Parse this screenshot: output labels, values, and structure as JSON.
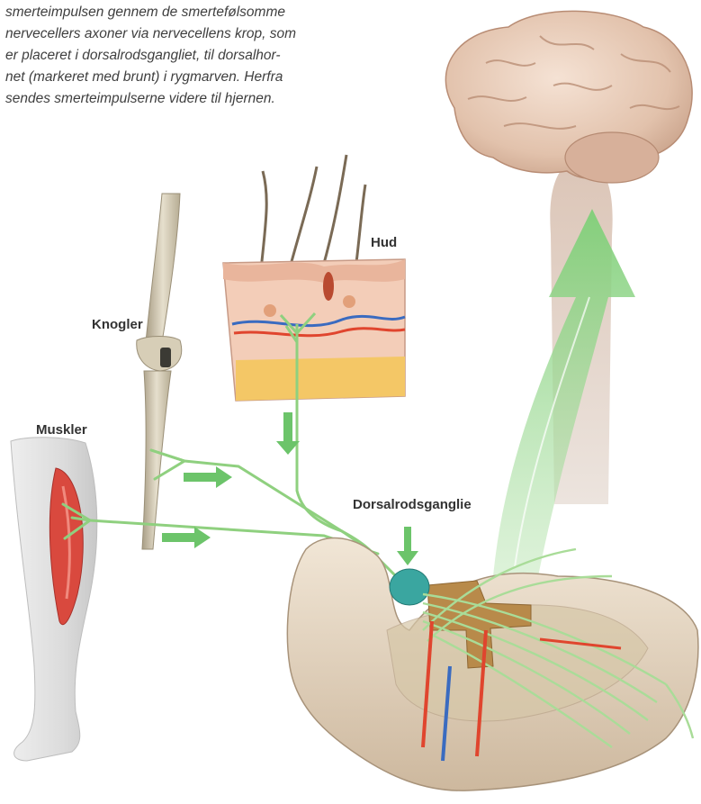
{
  "caption_lines": [
    "smerteimpulsen gennem de smertefølsomme",
    "nervecellers axoner via nervecellens krop, som",
    "er placeret i dorsalrodsgangliet, til dorsalhor-",
    "net (markeret med brunt) i rygmarven. Herfra",
    "sendes smerteimpulserne videre til hjernen."
  ],
  "labels": {
    "skin": "Hud",
    "bones": "Knogler",
    "muscles": "Muskler",
    "ganglion": "Dorsalrodsganglie"
  },
  "colors": {
    "nerve": "#8fd07f",
    "arrow": "#6cc46a",
    "ascending_arrow": "#a6dca0",
    "dorsal_horn": "#b88a4a",
    "ganglion": "#3aa6a0",
    "vertebra": "#e7d9c6",
    "brain": "#e6c8b4",
    "muscle": "#d9493e",
    "artery": "#e0452e",
    "vein": "#3a6bc0"
  }
}
